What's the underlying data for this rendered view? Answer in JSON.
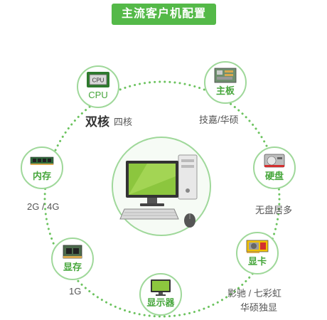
{
  "title": "主流客户机配置",
  "accent_color": "#54b948",
  "ring_color": "#6cc35f",
  "center": {
    "icon": "desktop-computer-icon"
  },
  "nodes": {
    "cpu": {
      "label": "CPU",
      "icon": "cpu-chip-icon",
      "desc_main": "双核",
      "desc_sub": "四核"
    },
    "motherboard": {
      "label": "主板",
      "icon": "motherboard-icon",
      "desc": "技嘉/华硕"
    },
    "hdd": {
      "label": "硬盘",
      "icon": "hard-drive-icon",
      "desc": "无盘居多"
    },
    "gpu": {
      "label": "显卡",
      "icon": "graphics-card-icon",
      "desc_1": "影驰 / 七彩虹",
      "desc_2": "华硕独显"
    },
    "monitor": {
      "label": "显示器",
      "icon": "monitor-icon"
    },
    "vram": {
      "label": "显存",
      "icon": "video-memory-icon",
      "desc": "1G"
    },
    "ram": {
      "label": "内存",
      "icon": "ram-stick-icon",
      "desc": "2G / 4G"
    }
  }
}
